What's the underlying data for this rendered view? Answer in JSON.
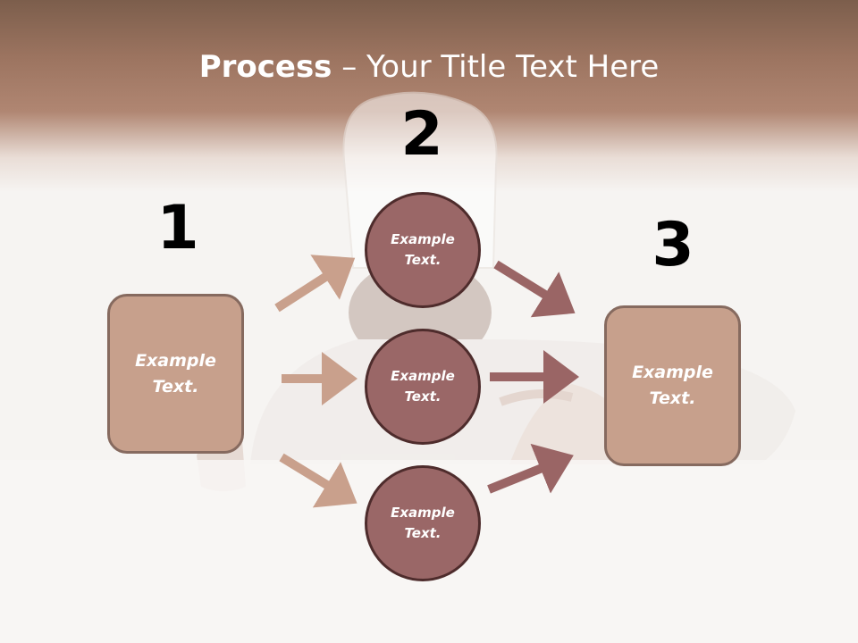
{
  "title": {
    "bold": "Process",
    "rest": " – Your Title Text Here"
  },
  "steps": [
    "1",
    "2",
    "3"
  ],
  "box_left": {
    "text": "Example\nText."
  },
  "box_right": {
    "text": "Example\nText."
  },
  "circles": [
    {
      "text": "Example\nText."
    },
    {
      "text": "Example\nText."
    },
    {
      "text": "Example\nText."
    }
  ],
  "colors": {
    "box_fill": "#c7a08c",
    "box_border": "#866a5f",
    "circle_fill": "#9a6767",
    "circle_border": "#4e2c2c",
    "arrow_light": "#c9a08c",
    "arrow_dark": "#9a6565"
  }
}
